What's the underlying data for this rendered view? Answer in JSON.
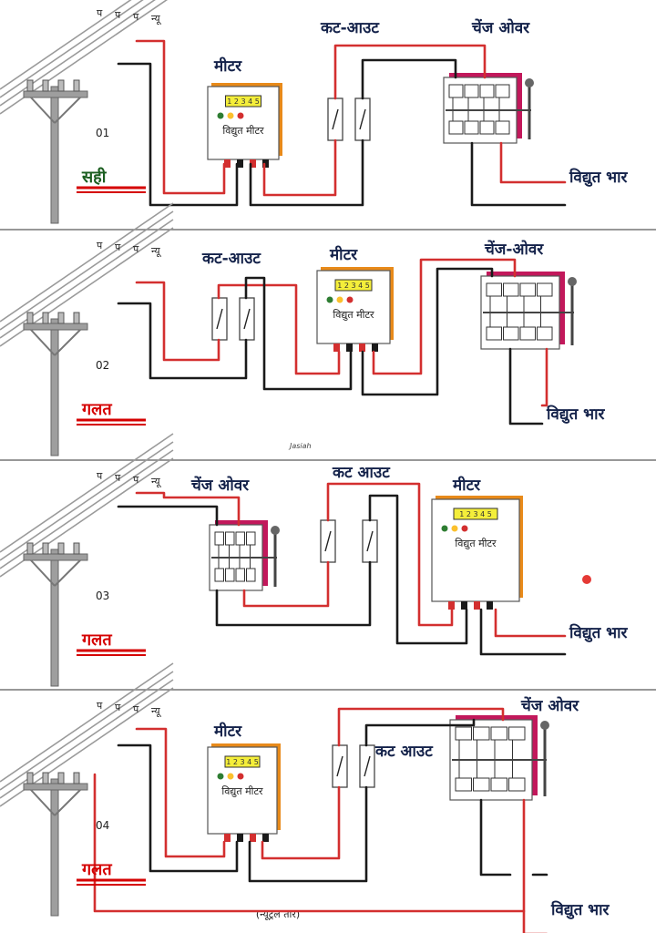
{
  "colors": {
    "live": "#d32f2f",
    "neutral": "#1a1a1a",
    "correct": "#1b5e20",
    "wrong": "#d50000",
    "pole": "#9e9e9e",
    "meter_body": "#e88a1a",
    "switch_body": "#c2185b"
  },
  "phase_labels": [
    "प",
    "प",
    "प",
    "न्यू"
  ],
  "panels": [
    {
      "number": "01",
      "verdict": "सही",
      "labels": {
        "meter": "मीटर",
        "cutout": "कट-आउट",
        "changeover": "चेंज ओवर",
        "load": "विद्युत भार",
        "meter_body": "विद्युत मीटर",
        "meter_reading": "1 2 3 4 5"
      }
    },
    {
      "number": "02",
      "verdict": "गलत",
      "labels": {
        "meter": "मीटर",
        "cutout": "कट-आउट",
        "changeover": "चेंज-ओवर",
        "load": "विद्युत भार",
        "meter_body": "विद्युत मीटर",
        "meter_reading": "1 2 3 4 5"
      }
    },
    {
      "number": "03",
      "verdict": "गलत",
      "labels": {
        "meter": "मीटर",
        "cutout": "कट आउट",
        "changeover": "चेंज ओवर",
        "load": "विद्युत भार",
        "meter_body": "विद्युत मीटर",
        "meter_reading": "1 2 3 4 5"
      }
    },
    {
      "number": "04",
      "verdict": "गलत",
      "labels": {
        "meter": "मीटर",
        "cutout": "कट आउट",
        "changeover": "चेंज ओवर",
        "load": "विद्युत भार",
        "meter_body": "विद्युत मीटर",
        "meter_reading": "1 2 3 4 5",
        "note": "(न्यूट्रल तार)"
      }
    }
  ],
  "signature": "Jasiah"
}
